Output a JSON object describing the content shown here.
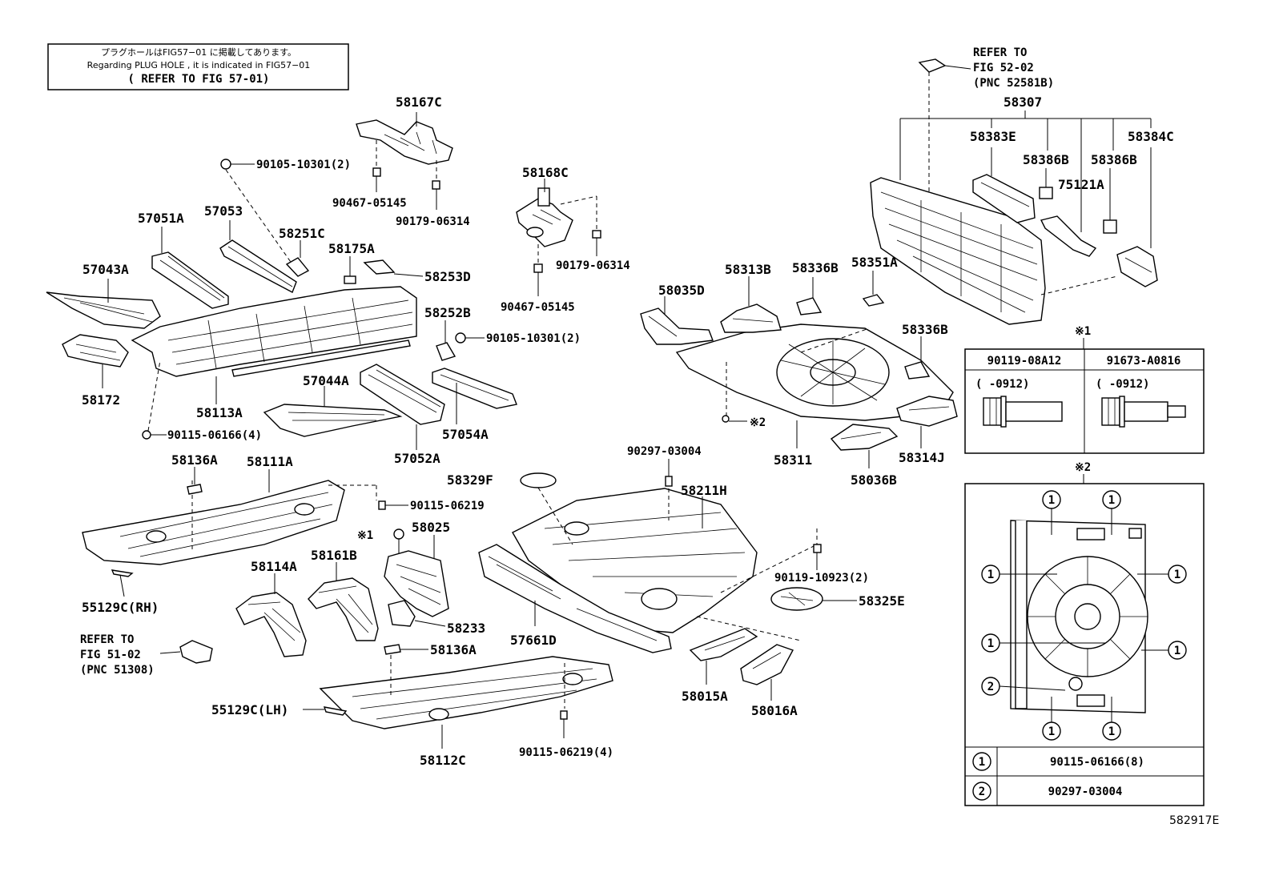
{
  "note": {
    "line1": "プラグホールはFIG57−01 に掲載してあります。",
    "line2": "Regarding PLUG HOLE , it is indicated in FIG57−01",
    "line3": "( REFER TO FIG 57-01)"
  },
  "refer_top": {
    "line1": "REFER TO",
    "line2": "FIG 52-02",
    "line3": "(PNC 52581B)"
  },
  "refer_left": {
    "line1": "REFER TO",
    "line2": "FIG 51-02",
    "line3": "(PNC 51308)"
  },
  "labels": {
    "p58167C": "58167C",
    "p90105_10301_a": "90105-10301(2)",
    "p90467_05145_a": "90467-05145",
    "p90179_06314_a": "90179-06314",
    "p58168C": "58168C",
    "p90179_06314_b": "90179-06314",
    "p90467_05145_b": "90467-05145",
    "p57051A": "57051A",
    "p57053": "57053",
    "p58251C": "58251C",
    "p58175A": "58175A",
    "p57043A": "57043A",
    "p58253D": "58253D",
    "p58252B": "58252B",
    "p90105_10301_b": "90105-10301(2)",
    "p58172": "58172",
    "p58113A": "58113A",
    "p57044A": "57044A",
    "p90115_06166_4": "90115-06166(4)",
    "p57054A": "57054A",
    "p57052A": "57052A",
    "p58136A_a": "58136A",
    "p58111A": "58111A",
    "p90115_06219_a": "90115-06219",
    "p_mark1_a": "※1",
    "p58025": "58025",
    "p58114A": "58114A",
    "p58161B": "58161B",
    "p55129C_RH": "55129C(RH)",
    "p58233": "58233",
    "p58136A_b": "58136A",
    "p55129C_LH": "55129C(LH)",
    "p58112C": "58112C",
    "p90115_06219_4": "90115-06219(4)",
    "p58329F": "58329F",
    "p90297_03004": "90297-03004",
    "p58211H": "58211H",
    "p57661D": "57661D",
    "p90119_10923": "90119-10923(2)",
    "p58325E": "58325E",
    "p58015A": "58015A",
    "p58016A": "58016A",
    "p58307": "58307",
    "p58383E": "58383E",
    "p58386B_a": "58386B",
    "p58386B_b": "58386B",
    "p58384C": "58384C",
    "p75121A": "75121A",
    "p58035D": "58035D",
    "p58313B": "58313B",
    "p58336B_a": "58336B",
    "p58351A": "58351A",
    "p58336B_b": "58336B",
    "p_mark2_a": "※2",
    "p58311": "58311",
    "p58036B": "58036B",
    "p58314J": "58314J",
    "fig_id": "582917E"
  },
  "table1": {
    "mark": "※1",
    "col1_header": "90119-08A12",
    "col2_header": "91673-A0816",
    "col1_range": "(     -0912)",
    "col2_range": "(     -0912)"
  },
  "table2": {
    "mark": "※2",
    "callout_1": "1",
    "callout_2": "2",
    "row1_num": "1",
    "row1_part": "90115-06166(8)",
    "row2_num": "2",
    "row2_part": "90297-03004"
  }
}
